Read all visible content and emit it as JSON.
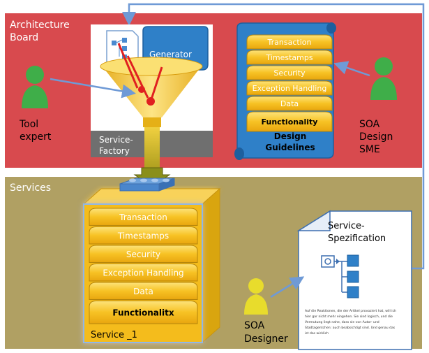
{
  "architecture_board": {
    "title_line1": "Architecture",
    "title_line2": "Board"
  },
  "services": {
    "title": "Services"
  },
  "tool_expert": {
    "line1": "Tool",
    "line2": "expert"
  },
  "soa_design_sme": {
    "line1": "SOA",
    "line2": "Design",
    "line3": "SME"
  },
  "soa_designer": {
    "line1": "SOA",
    "line2": "Designer"
  },
  "service_factory": {
    "line1": "Service-",
    "line2": "Factory",
    "generator": "Generator"
  },
  "design_guidelines": {
    "line1": "Design",
    "line2": "Guidelines",
    "layers": [
      "Transaction",
      "Timestamps",
      "Security",
      "Exception Handling",
      "Data",
      "Functionality"
    ]
  },
  "service_box": {
    "label": "Service _1",
    "layers": [
      "Transaction",
      "Timestamps",
      "Security",
      "Exception Handling",
      "Data",
      "Functionalitx"
    ]
  },
  "service_spec": {
    "title_line1": "Service-",
    "title_line2": "Spezification",
    "small_text": [
      "Auf die Reaktionen, die der Artikel provoziert hat, will ich",
      "hier gar nicht mehr eingehen. Sie sind logisch, und die",
      "Vermutung liegt nahe, dass sie von Autor- und",
      "Stadtagentchen: auch beabsichtigt sind. Und genau das",
      "ist das wirklich"
    ]
  },
  "colors": {
    "board_red": "#d84a4e",
    "services_khaki": "#b0a063",
    "layer_yellow": "#f6c022",
    "scroll_blue": "#2f80c8",
    "person_green": "#3fae49",
    "person_yellow": "#e8dc2c"
  }
}
